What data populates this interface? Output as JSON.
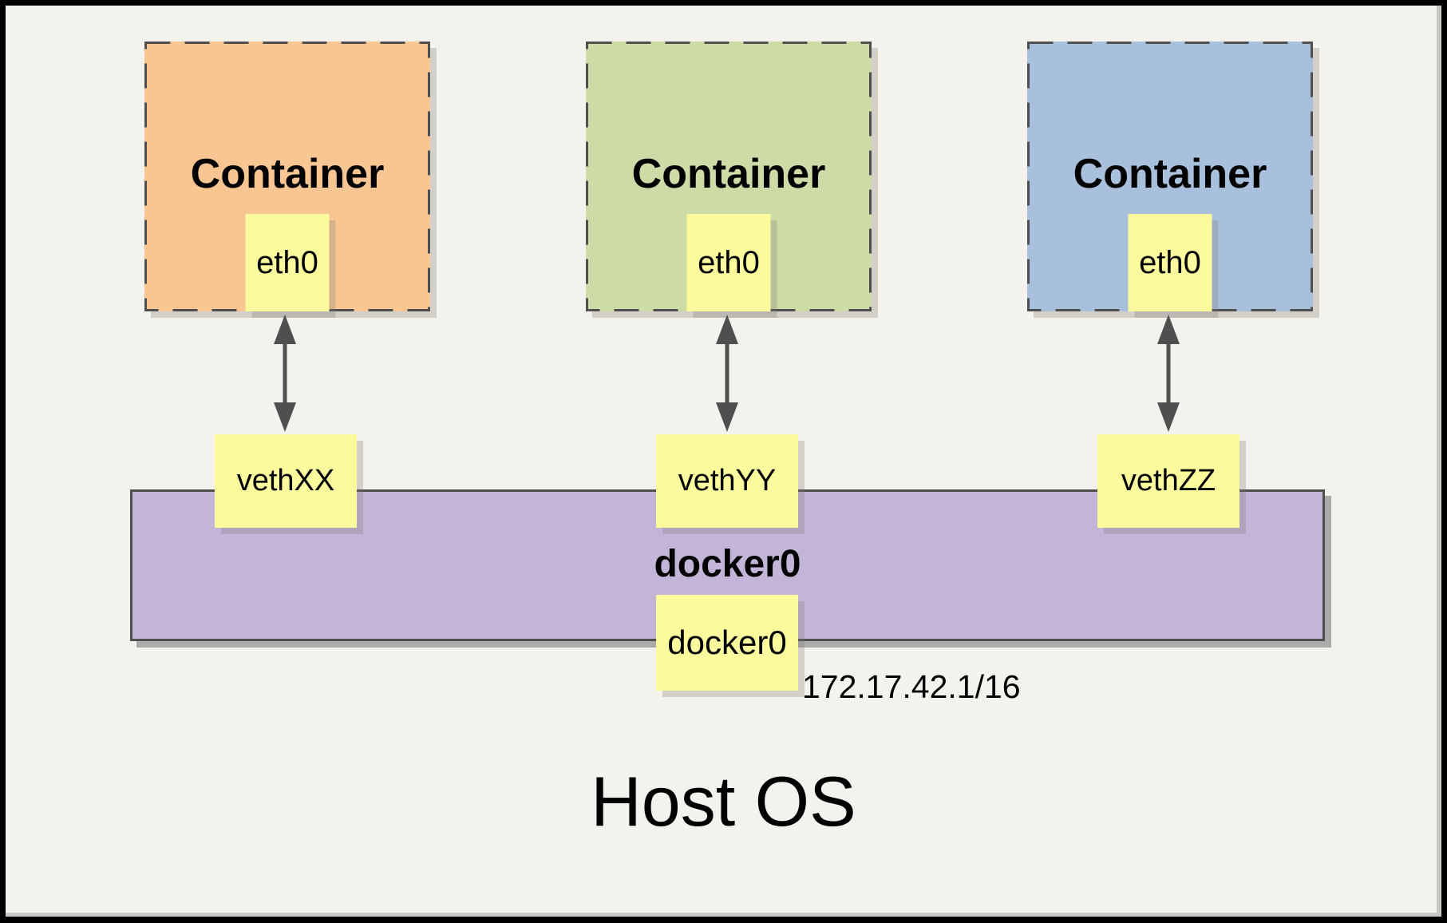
{
  "diagram": {
    "containers": [
      {
        "label": "Container",
        "interface_label": "eth0",
        "veth_label": "vethXX",
        "fill": "#F7C692"
      },
      {
        "label": "Container",
        "interface_label": "eth0",
        "veth_label": "vethYY",
        "fill": "#CDDBA7"
      },
      {
        "label": "Container",
        "interface_label": "eth0",
        "veth_label": "vethZZ",
        "fill": "#A9C0DD"
      }
    ],
    "bridge": {
      "label": "docker0",
      "interface_label": "docker0",
      "ip_address": "172.17.42.1/16",
      "fill": "#C2B5D8"
    },
    "host_label": "Host OS",
    "colors": {
      "interface_fill": "#FBFB9D",
      "background": "#F4F2EC",
      "line": "#4F4F4F"
    }
  }
}
